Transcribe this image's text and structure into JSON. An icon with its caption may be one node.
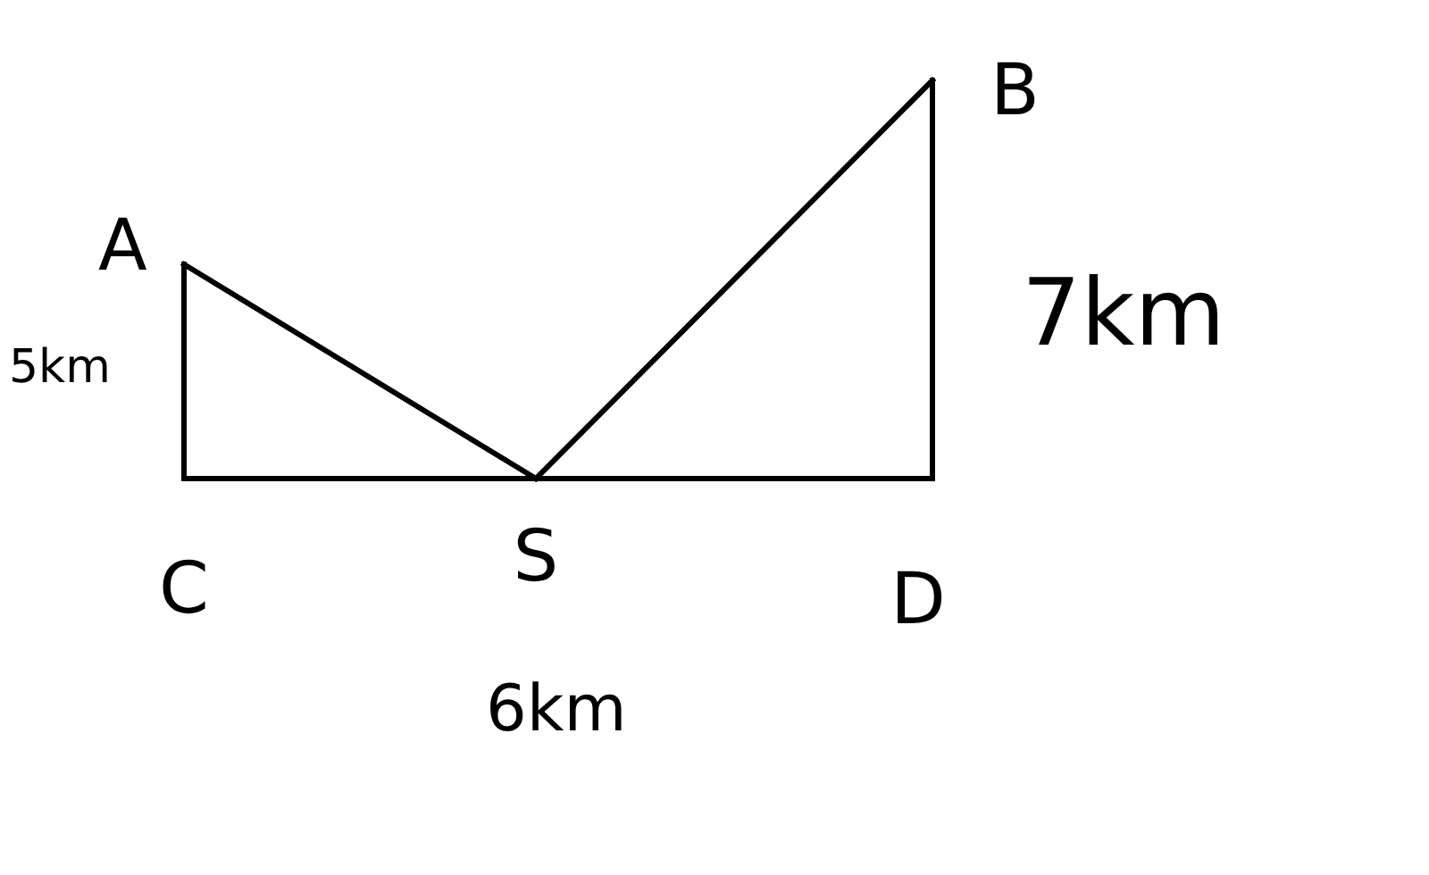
{
  "diagram": {
    "nodes": [
      {
        "text": [
          "A"
        ]
      },
      {
        "text": [
          "B"
        ]
      },
      {
        "text": [
          "C"
        ]
      },
      {
        "text": [
          "S"
        ]
      },
      {
        "text": [
          "D"
        ]
      }
    ],
    "edges": [
      {
        "from": 0,
        "to": 2,
        "arrow": "none"
      },
      {
        "from": 0,
        "to": 3,
        "arrow": "none"
      },
      {
        "from": 2,
        "to": 3,
        "arrow": "none"
      },
      {
        "from": 3,
        "to": 4,
        "arrow": "none"
      },
      {
        "from": 3,
        "to": 1,
        "arrow": "none"
      },
      {
        "from": 1,
        "to": 4,
        "arrow": "none"
      }
    ],
    "labels": [
      "5km",
      "7km",
      "6km"
    ]
  }
}
